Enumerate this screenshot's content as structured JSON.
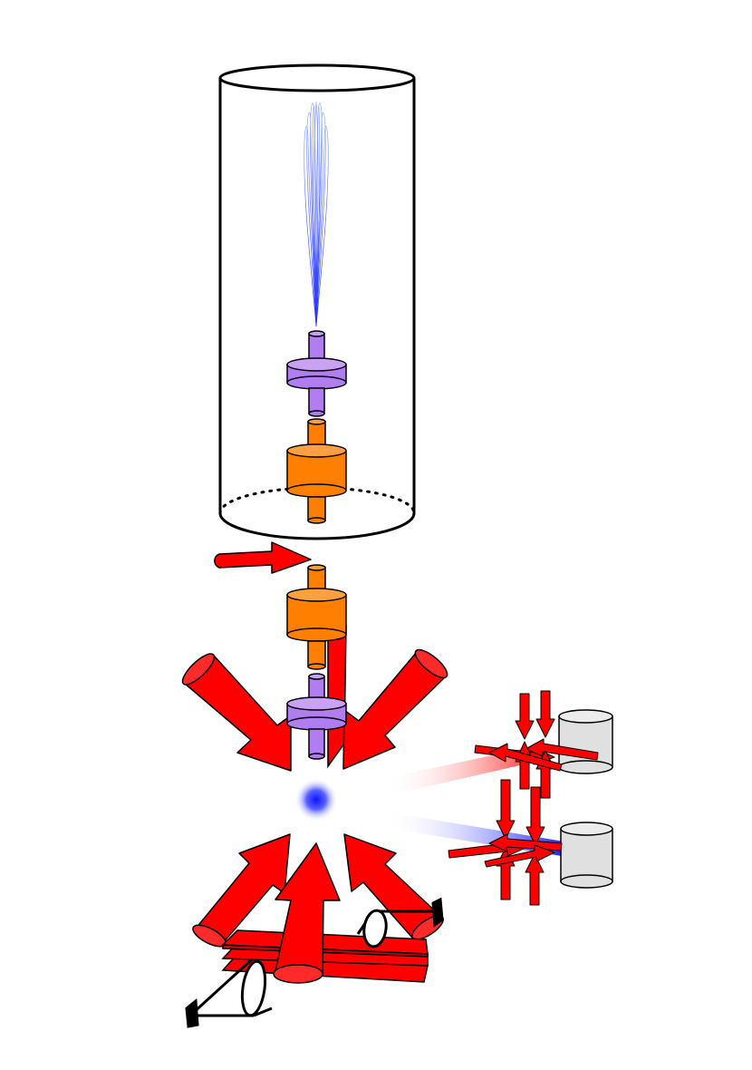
{
  "diagram": {
    "colors": {
      "beam_red": "#ff0000",
      "stroke": "#000000",
      "lens_orange": "#ff8000",
      "lens_violet": "#b07ef0",
      "atom_cloud_blue": "#0a14ff",
      "detector_grey": "#e0e0e0",
      "fluorescence_red": "#ff3030",
      "fluorescence_blue": "#1d22ff"
    },
    "components": [
      {
        "id": "vacuum-tube",
        "icon": "cylinder-outline"
      },
      {
        "id": "atom-fountain-plume",
        "icon": "fountain-spray"
      },
      {
        "id": "upper-violet-lens",
        "icon": "cylinder-lens"
      },
      {
        "id": "upper-orange-lens",
        "icon": "cylinder-lens"
      },
      {
        "id": "push-beam-arrow",
        "icon": "arrow"
      },
      {
        "id": "lower-orange-lens",
        "icon": "cylinder-lens"
      },
      {
        "id": "lower-violet-lens",
        "icon": "cylinder-lens"
      },
      {
        "id": "mot-beams",
        "icon": "cone-beams"
      },
      {
        "id": "atom-cloud",
        "icon": "glow-dot"
      },
      {
        "id": "red-fluorescence-detector",
        "icon": "cylinder-detector"
      },
      {
        "id": "blue-fluorescence-detector",
        "icon": "cylinder-detector"
      },
      {
        "id": "optical-table-plates",
        "icon": "stacked-plates"
      },
      {
        "id": "beam-splitting-optics",
        "icon": "lens-mirror"
      }
    ]
  }
}
